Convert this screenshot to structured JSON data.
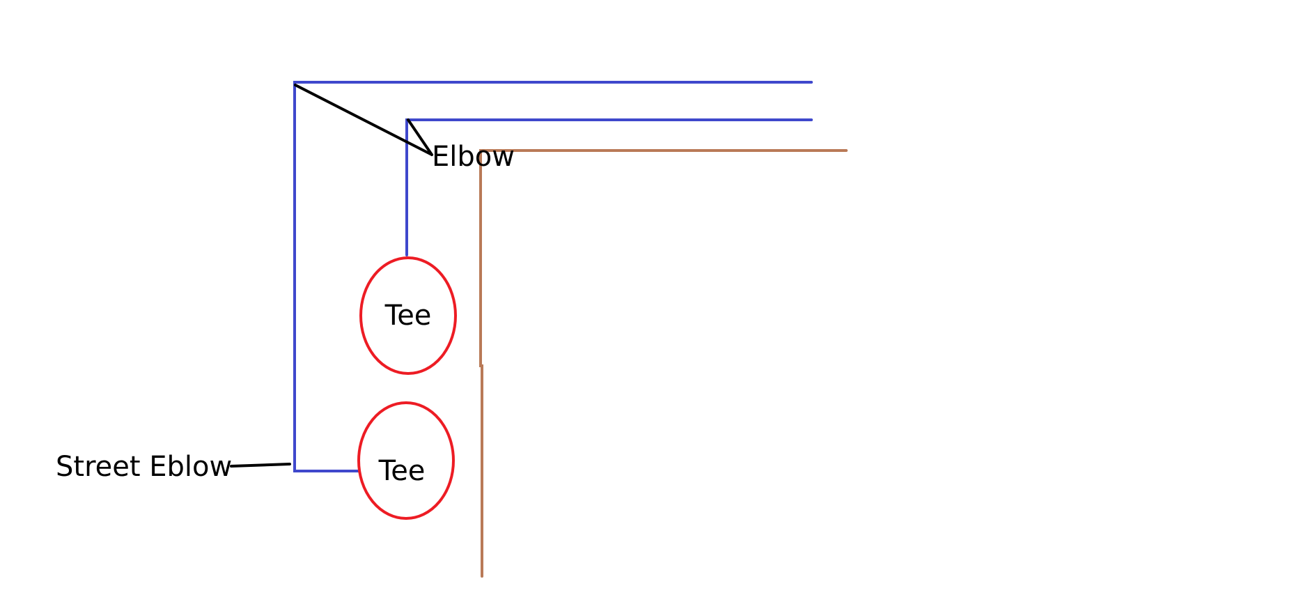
{
  "colors": {
    "blue_pipe": "#3f48cc",
    "copper_pipe": "#b97a57",
    "tee_outline": "#ed1c24",
    "callout": "#000000",
    "background": "#ffffff"
  },
  "labels": {
    "elbow": "Elbow",
    "tee_upper": "Tee",
    "tee_lower": "Tee",
    "street_elbow": "Street Eblow"
  }
}
